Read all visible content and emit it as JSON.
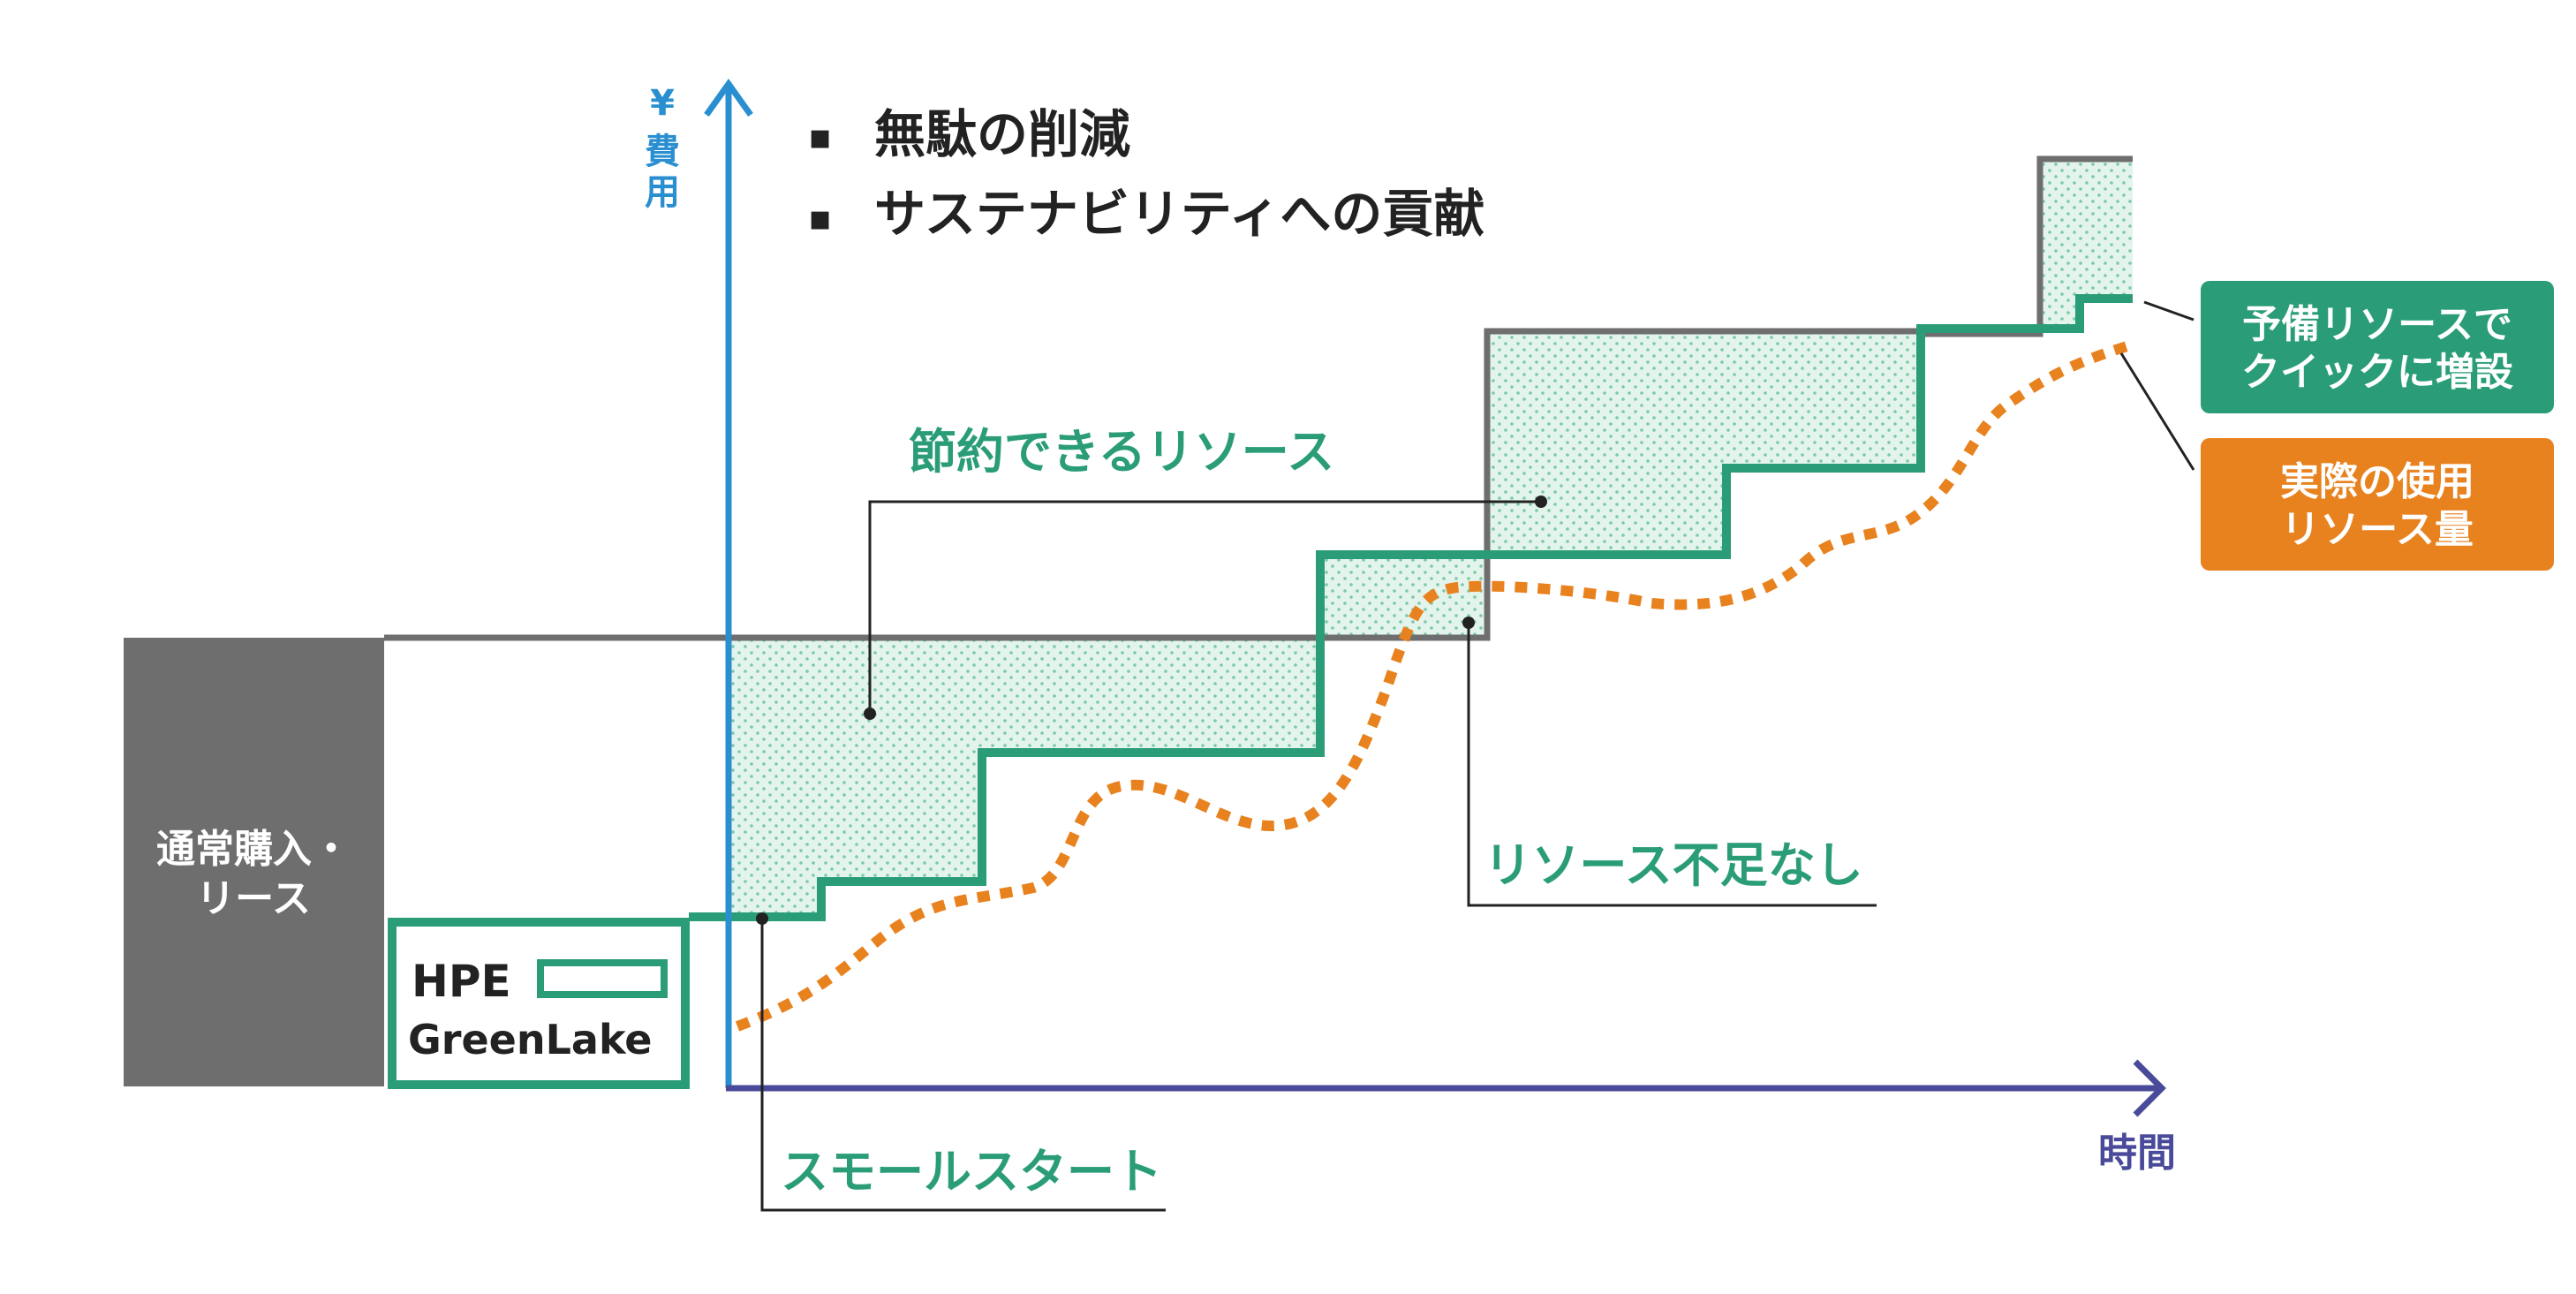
{
  "colors": {
    "green": "#2a9d78",
    "orange": "#e8821f",
    "gray": "#6e6e6e",
    "blue": "#2a8fd0",
    "purple": "#4a4a9a",
    "text_dark": "#222222",
    "savings_fill": "#e3f4ec",
    "savings_dot": "#7cc9a6"
  },
  "axes": {
    "y_label": "¥費用",
    "x_label": "時間"
  },
  "bullets": [
    "無駄の削減",
    "サステナビリティへの貢献"
  ],
  "bullet_glyph": "▪",
  "traditional_box": {
    "lines": [
      "通常購入・",
      "リース"
    ]
  },
  "logo": {
    "line1": "HPE",
    "line2": "GreenLake"
  },
  "callouts": {
    "savings": "節約できるリソース",
    "no_shortage": "リソース不足なし",
    "small_start": "スモールスタート",
    "reserve": [
      "予備リソースで",
      "クイックに増設"
    ],
    "actual": [
      "実際の使用",
      "リソース量"
    ]
  }
}
